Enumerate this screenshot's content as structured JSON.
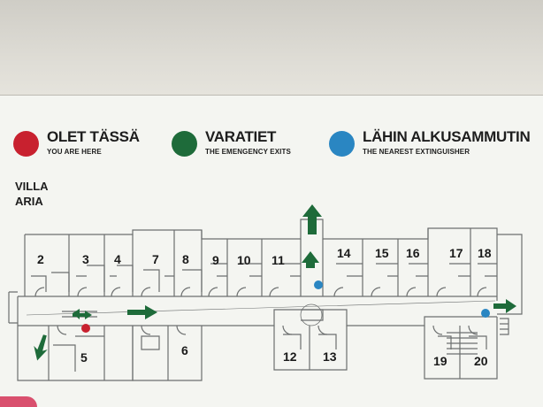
{
  "legend": [
    {
      "fi": "OLET TÄSSÄ",
      "en": "YOU ARE HERE",
      "color": "#c8212f"
    },
    {
      "fi": "VARATIET",
      "en": "THE EMENGENCY EXITS",
      "color": "#1e6b3a"
    },
    {
      "fi": "LÄHIN ALKUSAMMUTIN",
      "en": "THE NEAREST EXTINGUISHER",
      "color": "#2a86c2"
    }
  ],
  "building": {
    "line1": "VILLA",
    "line2": "ARIA"
  },
  "rooms": [
    "2",
    "3",
    "4",
    "7",
    "8",
    "9",
    "10",
    "11",
    "14",
    "15",
    "16",
    "17",
    "18",
    "5",
    "6",
    "12",
    "13",
    "19",
    "20"
  ],
  "colors": {
    "walls": "#6c6f6f",
    "exit_arrow": "#1e6b3a",
    "you_are_here": "#c8212f",
    "extinguisher": "#2a86c2"
  }
}
